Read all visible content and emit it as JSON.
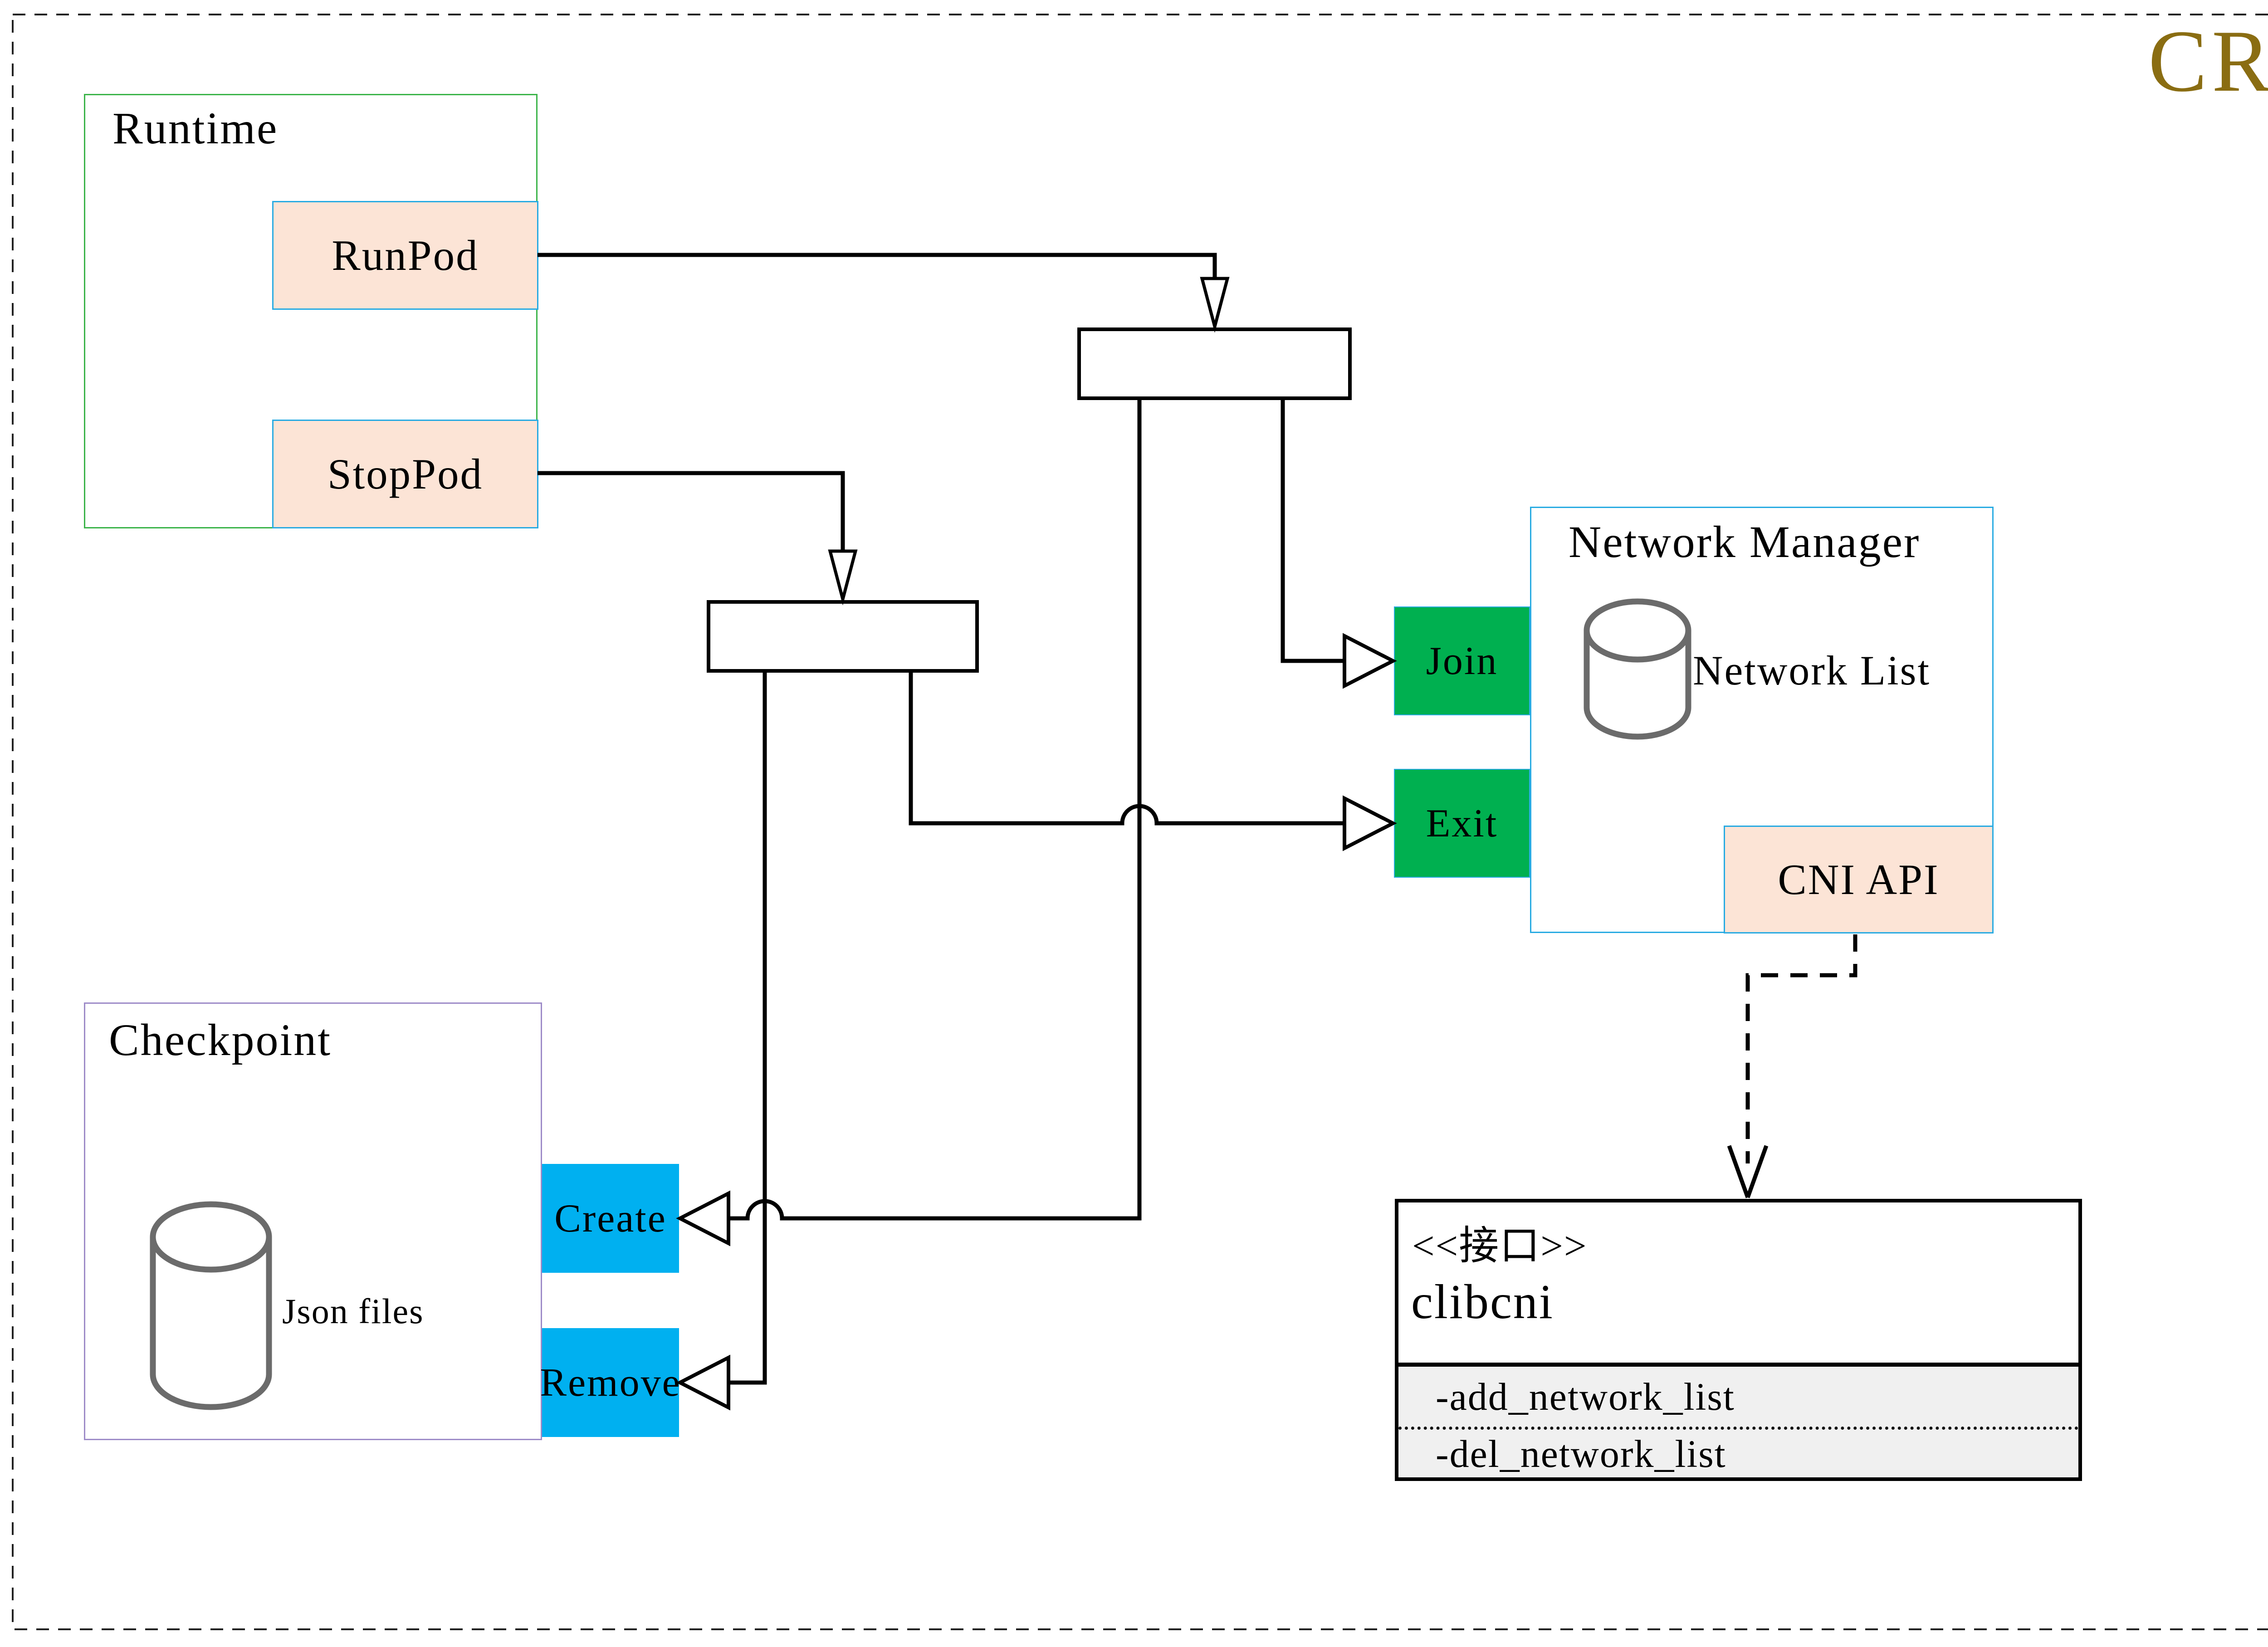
{
  "page": {
    "cri_label": "CRI"
  },
  "colors": {
    "cri_gold": "#8a6d12",
    "runtime_border_green": "#3cb44a",
    "network_manager_border_blue": "#29abe2",
    "checkpoint_border_purple": "#9e8cc8",
    "action_green": "#00b050",
    "action_blue": "#00b0f0",
    "api_peach_fill": "#fce4d6",
    "interface_section_gray": "#f0f0f0",
    "database_icon_gray": "#6b6b6b"
  },
  "runtime": {
    "label": "Runtime",
    "runpod_label": "RunPod",
    "stoppod_label": "StopPod"
  },
  "network_manager": {
    "label": "Network Manager",
    "network_list_label": "Network List",
    "join_label": "Join",
    "exit_label": "Exit",
    "cni_api_label": "CNI API"
  },
  "checkpoint": {
    "label": "Checkpoint",
    "json_files_label": "Json files",
    "create_label": "Create",
    "remove_label": "Remove"
  },
  "clibcni": {
    "stereotype": "<<接口>>",
    "name": "clibcni",
    "methods": [
      "-add_network_list",
      "-del_network_list"
    ]
  }
}
